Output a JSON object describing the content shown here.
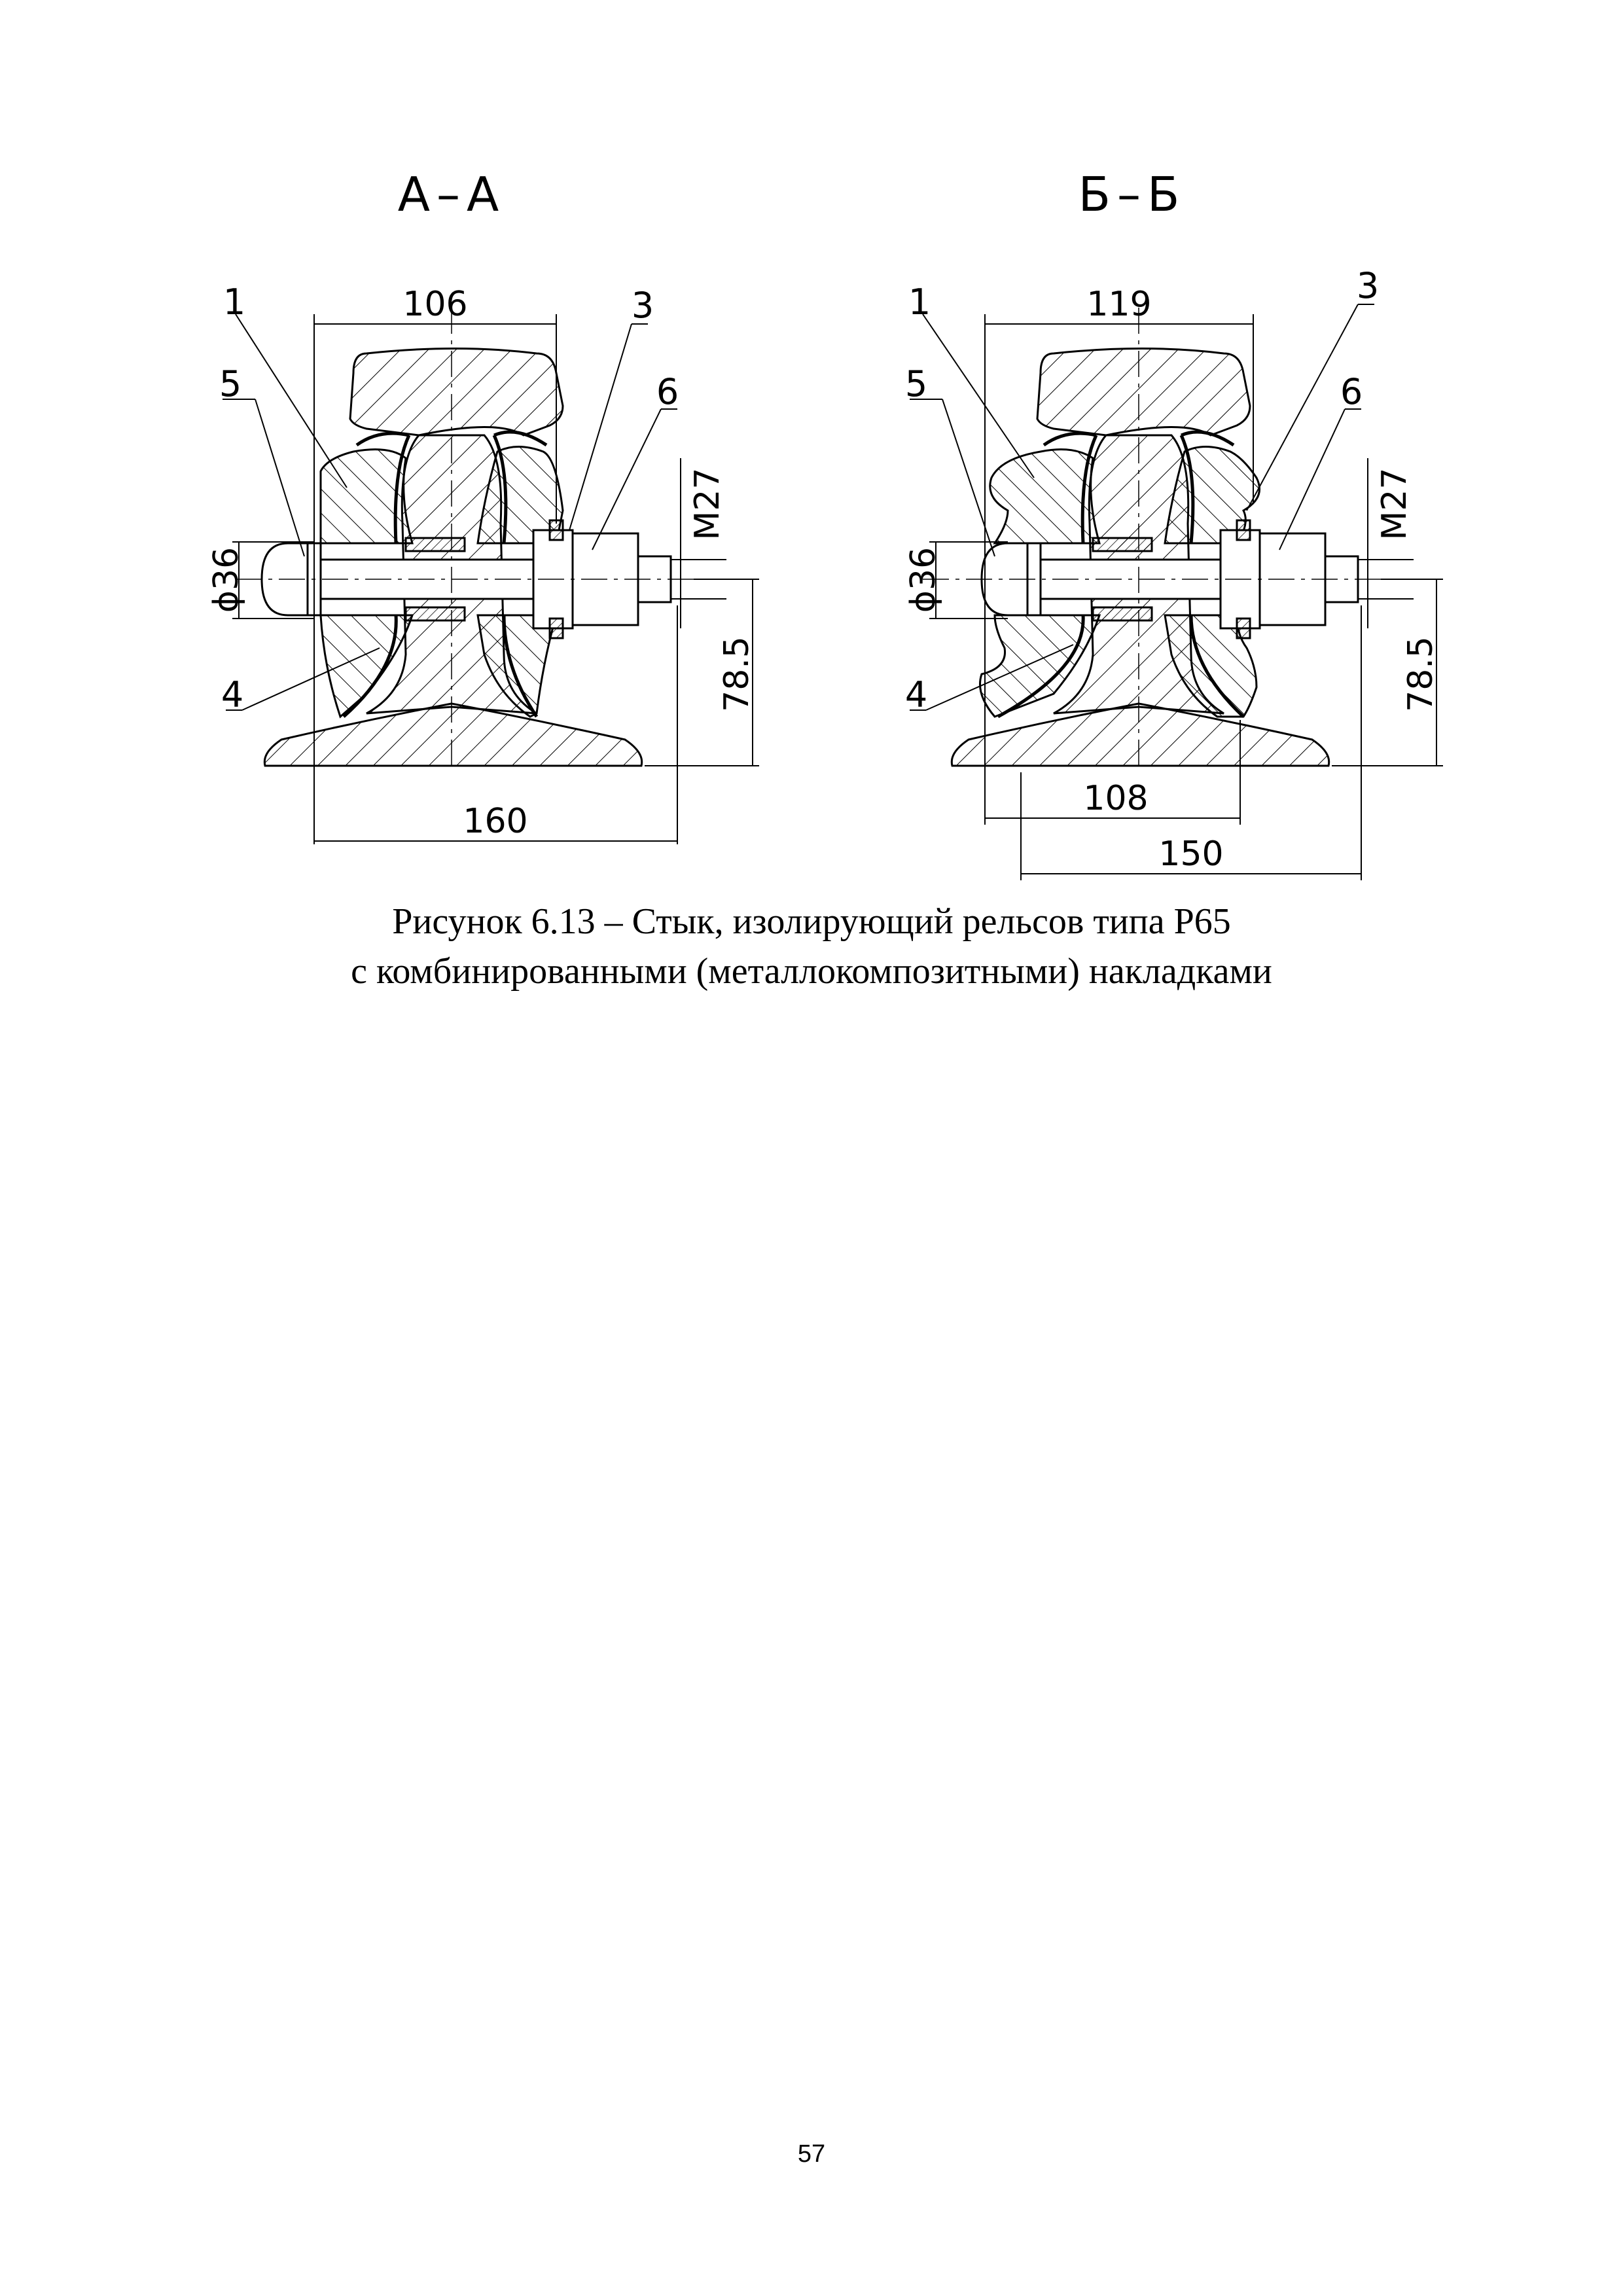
{
  "figure": {
    "section_a": {
      "title": "А–А",
      "dimensions": {
        "head_width": "106",
        "base_width": "160",
        "bolt_diameter": "ϕ36",
        "thread": "M27",
        "height": "78.5"
      },
      "labels": [
        "1",
        "3",
        "5",
        "6",
        "4"
      ]
    },
    "section_b": {
      "title": "Б–Б",
      "dimensions": {
        "head_width": "119",
        "inner_width": "108",
        "base_width": "150",
        "bolt_diameter": "ϕ36",
        "thread": "M27",
        "height": "78.5"
      },
      "labels": [
        "1",
        "3",
        "5",
        "6",
        "4"
      ]
    }
  },
  "caption": {
    "line1": "Рисунок 6.13 – Стык, изолирующий рельсов типа Р65",
    "line2": "с комбинированными (металлокомпозитными) накладками"
  },
  "page_number": "57"
}
